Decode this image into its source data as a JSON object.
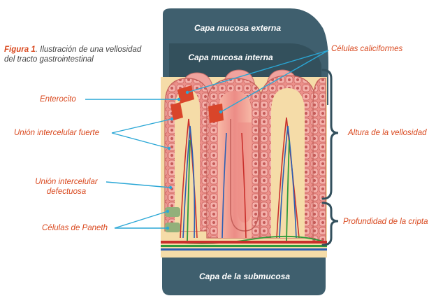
{
  "figure": {
    "number_label": "Figura 1",
    "caption_line1": ". Ilustración de una vellosidad",
    "caption_line2": "del tracto gastrointestinal"
  },
  "layers": {
    "outer_mucosa": "Capa mucosa externa",
    "inner_mucosa": "Capa mucosa interna",
    "submucosa": "Capa de la submucosa"
  },
  "labels_left": {
    "enterocyte": "Enterocito",
    "tight_junction": "Unión intercelular fuerte",
    "defective_junction_line1": "Unión intercelular",
    "defective_junction_line2": "defectuosa",
    "paneth_cells": "Células de Paneth"
  },
  "labels_right": {
    "goblet_cells": "Células caliciformes",
    "villus_height": "Altura de la vellosidad",
    "crypt_depth": "Profundidad de la cripta"
  },
  "colors": {
    "accent_label": "#d9481e",
    "leader_line": "#2aa7d6",
    "layer_dark": "#3f5f6e",
    "bracket": "#33505d",
    "tissue_pink": "#e98b86",
    "lamina_propria": "#f5dca8",
    "goblet": "#d9452a",
    "paneth": "#93b07a"
  }
}
